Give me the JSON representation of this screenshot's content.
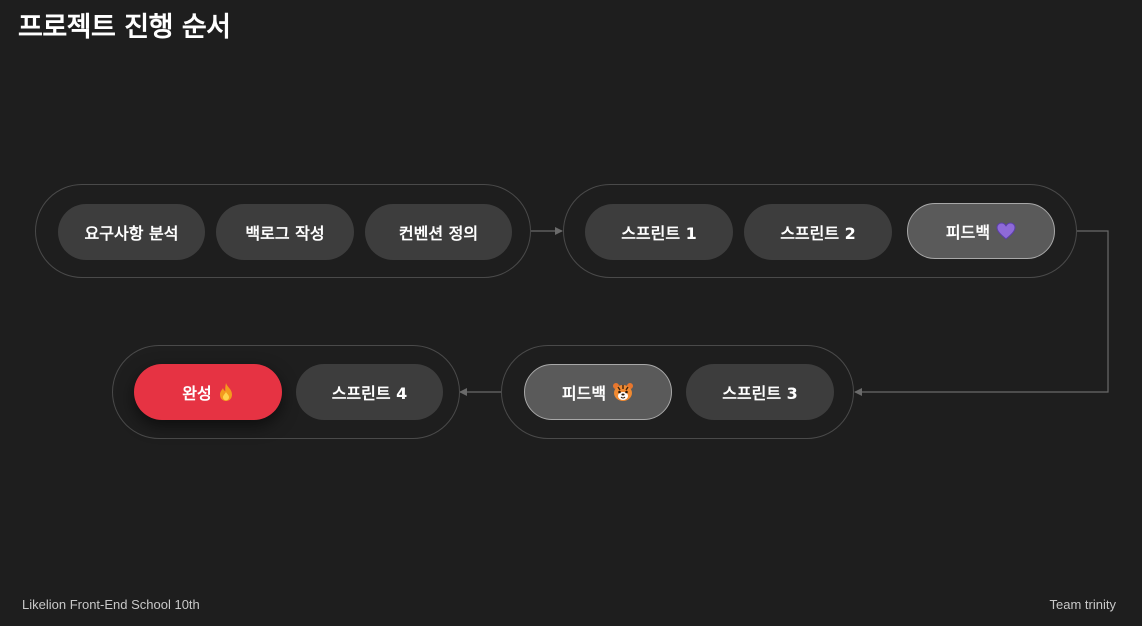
{
  "title": "프로젝트 진행 순서",
  "groups": [
    {
      "steps": [
        {
          "label": "요구사항 분석"
        },
        {
          "label": "백로그 작성"
        },
        {
          "label": "컨벤션 정의"
        }
      ]
    },
    {
      "steps": [
        {
          "label": "스프린트 1"
        },
        {
          "label": "스프린트 2"
        },
        {
          "label": "피드백",
          "emoji": "purple-heart-icon"
        }
      ]
    },
    {
      "steps": [
        {
          "label": "피드백",
          "emoji": "tiger-face-icon"
        },
        {
          "label": "스프린트 3"
        }
      ]
    },
    {
      "steps": [
        {
          "label": "완성",
          "emoji": "fire-icon"
        },
        {
          "label": "스프린트 4"
        }
      ]
    }
  ],
  "colors": {
    "background": "#1e1e1e",
    "pill": "#3d3d3d",
    "feedback_pill": "#5a5a5a",
    "done_pill": "#e63343",
    "group_border": "#4a4a4a",
    "connector": "#6a6a6a"
  },
  "footer": {
    "left": "Likelion Front-End School 10th",
    "right": "Team trinity"
  }
}
